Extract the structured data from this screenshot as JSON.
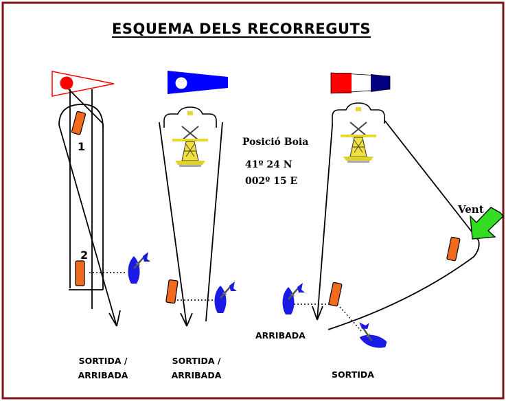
{
  "title": "ESQUEMA DELS RECORREGUTS",
  "buoy_position": {
    "label": "Posició Boia",
    "lat": "41º 24 N",
    "lon": "002º 15 E"
  },
  "mark_numbers": [
    "1",
    "2"
  ],
  "wind_label": "Vent",
  "course_labels": {
    "left_line1": "SORTIDA /",
    "left_line2": "ARRIBADA",
    "middle_line1": "SORTIDA /",
    "middle_line2": "ARRIBADA",
    "right_arrival": "ARRIBADA",
    "right_start": "SORTIDA"
  },
  "colors": {
    "frame": "#7b1414",
    "flag_red": "#ff0000",
    "flag_blue": "#0000ff",
    "flag_navy": "#000080",
    "buoy_mark": "#f26b1d",
    "boat": "#1a1ae6",
    "wind_arrow": "#33dd22"
  },
  "icons": {
    "flag_1": "red-triangle-flag-icon",
    "flag_2": "blue-pennant-flag-icon",
    "flag_3": "tricolor-pennant-flag-icon",
    "buoy": "oceanographic-buoy-icon",
    "boat": "sailboat-icon",
    "wind": "wind-arrow-icon"
  }
}
